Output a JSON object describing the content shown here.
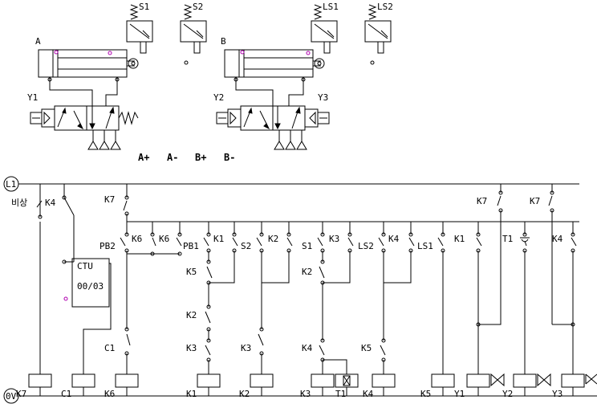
{
  "pneumatic": {
    "cylinder_a": "A",
    "cylinder_b": "B",
    "sensors": {
      "s1": "S1",
      "s2": "S2",
      "ls1": "LS1",
      "ls2": "LS2"
    },
    "solenoids": {
      "y1": "Y1",
      "y2": "Y2",
      "y3": "Y3"
    },
    "sequence": [
      "A+",
      "A-",
      "B+",
      "B-"
    ]
  },
  "ladder": {
    "rail_top": "L1",
    "rail_bottom": "0V",
    "emergency": "비상",
    "counter": {
      "type": "CTU",
      "preset": "00/03"
    },
    "contacts": {
      "k4_emg": "K4",
      "k7_a": "K7",
      "k7_b": "K7",
      "k7_c": "K7",
      "pb2": "PB2",
      "k6_a": "K6",
      "k6_b": "K6",
      "pb1": "PB1",
      "k1_a": "K1",
      "k5_a": "K5",
      "k2_a": "K2",
      "k3_a": "K3",
      "s2": "S2",
      "k2_b": "K2",
      "k3_b": "K3",
      "s1": "S1",
      "k3_c": "K3",
      "k2_c": "K2",
      "k4_a": "K4",
      "ls2": "LS2",
      "k4_b": "K4",
      "k5_b": "K5",
      "ls1": "LS1",
      "k1_b": "K1",
      "t1": "T1",
      "k4_c": "K4",
      "c1": "C1"
    },
    "coils": [
      "K7",
      "C1",
      "K6",
      "K1",
      "K2",
      "K3",
      "T1",
      "K4",
      "K5",
      "Y1",
      "Y2",
      "Y3"
    ]
  }
}
